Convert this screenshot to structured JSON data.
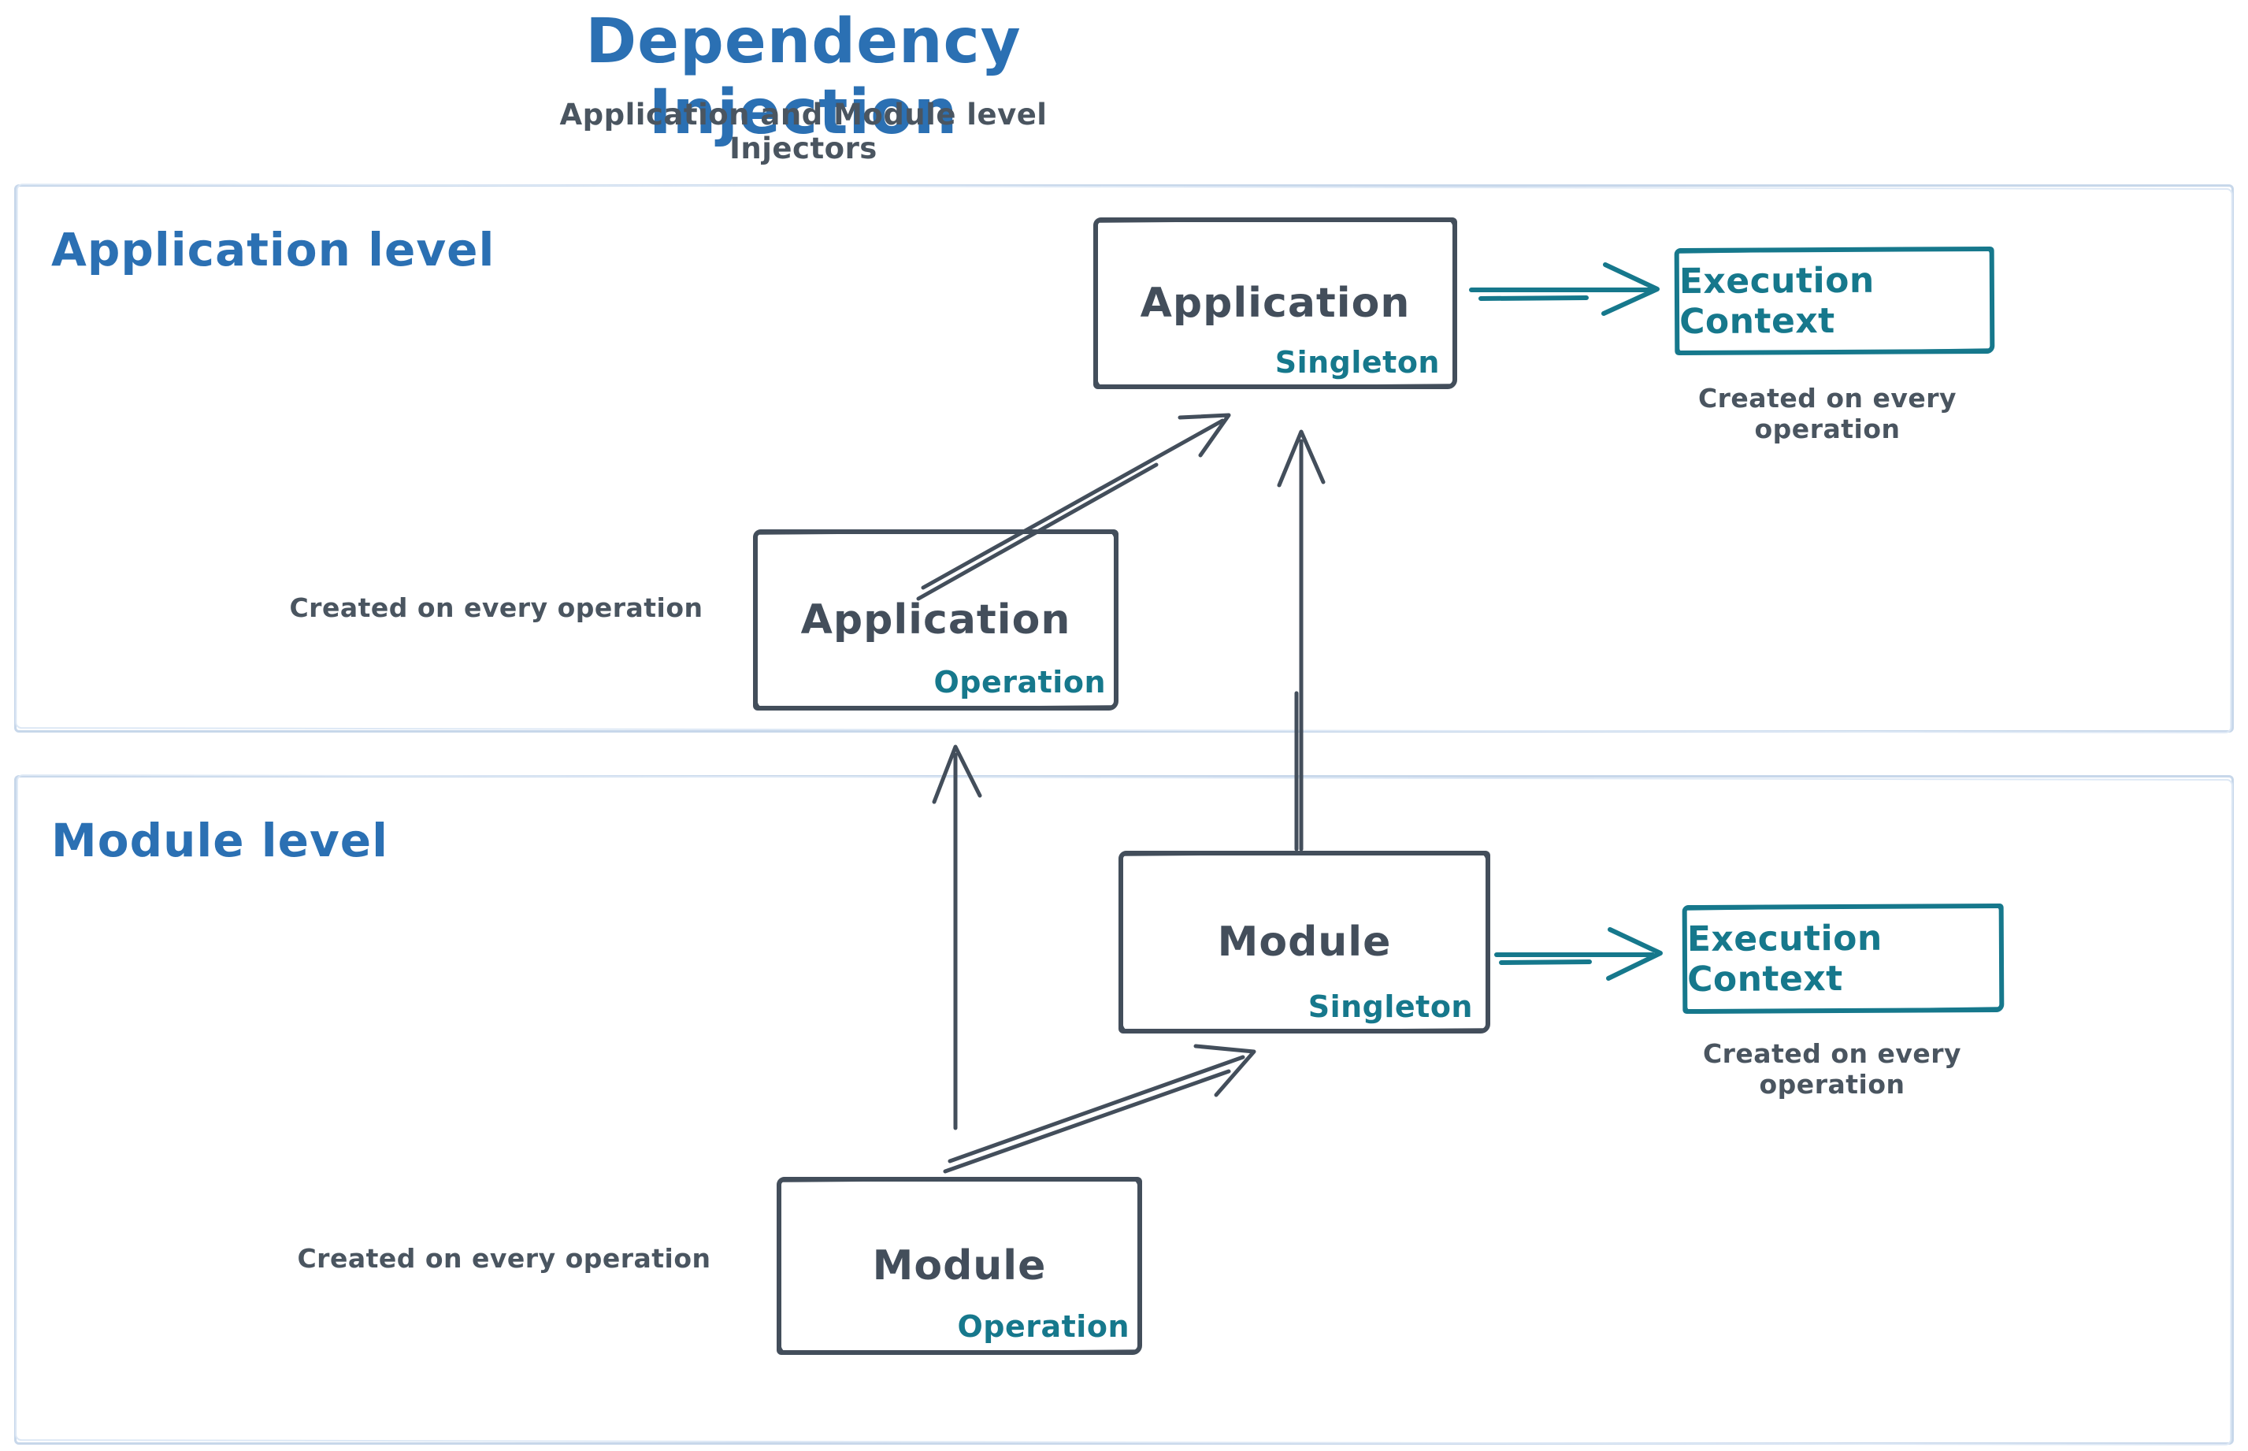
{
  "title": {
    "text": "Dependency Injection",
    "color": "#2b70b3"
  },
  "subtitle": {
    "text": "Application and Module level Injectors",
    "color": "#4a5560"
  },
  "colors": {
    "accent_blue": "#2b70b3",
    "node_dark": "#434e5b",
    "badge_teal": "#16788c",
    "container_border": "#c7d7ea",
    "note_gray": "#4a5560"
  },
  "sections": {
    "application": {
      "label": "Application level",
      "nodes": {
        "singleton": {
          "title": "Application",
          "badge": "Singleton"
        },
        "execution_context": {
          "title": "Execution Context",
          "note": "Created on every operation"
        },
        "operation": {
          "title": "Application",
          "badge": "Operation",
          "note": "Created on every operation"
        }
      }
    },
    "module": {
      "label": "Module level",
      "nodes": {
        "singleton": {
          "title": "Module",
          "badge": "Singleton"
        },
        "execution_context": {
          "title": "Execution Context",
          "note": "Created on every operation"
        },
        "operation": {
          "title": "Module",
          "badge": "Operation",
          "note": "Created on every operation"
        }
      }
    }
  },
  "edges": [
    {
      "from": "application-operation",
      "to": "application-singleton",
      "color": "#434e5b"
    },
    {
      "from": "module-singleton",
      "to": "application-singleton",
      "color": "#434e5b"
    },
    {
      "from": "application-singleton",
      "to": "execution-context-application",
      "color": "#16788c"
    },
    {
      "from": "module-operation",
      "to": "application-operation",
      "color": "#434e5b"
    },
    {
      "from": "module-operation",
      "to": "module-singleton",
      "color": "#434e5b"
    },
    {
      "from": "module-singleton",
      "to": "execution-context-module",
      "color": "#16788c"
    }
  ]
}
